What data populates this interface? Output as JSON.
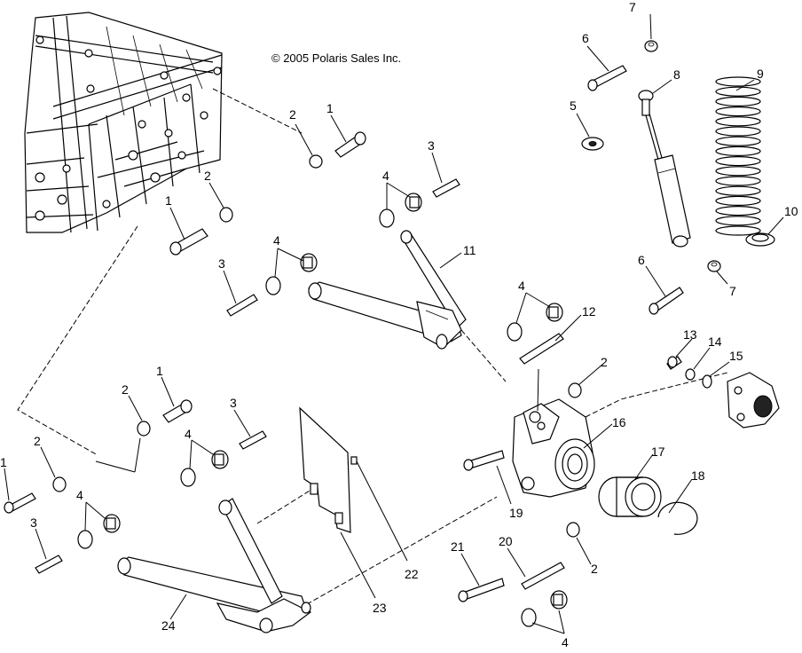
{
  "copyright": "© 2005 Polaris Sales Inc.",
  "callouts": {
    "c1a": "1",
    "c1b": "1",
    "c1c": "1",
    "c1d": "1",
    "c2a": "2",
    "c2b": "2",
    "c2c": "2",
    "c2d": "2",
    "c2e": "2",
    "c2f": "2",
    "c3a": "3",
    "c3b": "3",
    "c3c": "3",
    "c3d": "3",
    "c4a": "4",
    "c4b": "4",
    "c4c": "4",
    "c4d": "4",
    "c4e": "4",
    "c4f": "4",
    "c5": "5",
    "c6a": "6",
    "c6b": "6",
    "c7a": "7",
    "c7b": "7",
    "c8": "8",
    "c9": "9",
    "c10": "10",
    "c11": "11",
    "c12": "12",
    "c13": "13",
    "c14": "14",
    "c15": "15",
    "c16": "16",
    "c17": "17",
    "c18": "18",
    "c19": "19",
    "c20": "20",
    "c21": "21",
    "c22": "22",
    "c23": "23",
    "c24": "24"
  }
}
